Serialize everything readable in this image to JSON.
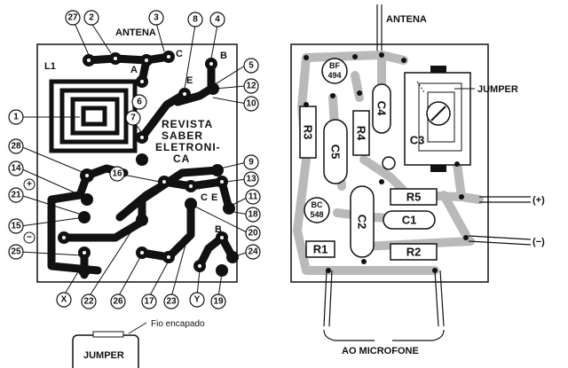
{
  "left_board": {
    "antenna_label": "ANTENA",
    "coil_label": "L1",
    "brand_lines": [
      "REVISTA",
      "SABER",
      "ELETRONI-",
      "CA"
    ],
    "pin_labels": [
      "A",
      "B",
      "C",
      "E",
      "C",
      "E",
      "B"
    ],
    "polarity": {
      "plus": "+",
      "minus": "−"
    },
    "callouts": [
      "27",
      "2",
      "3",
      "8",
      "4",
      "5",
      "12",
      "6",
      "10",
      "1",
      "7",
      "28",
      "16",
      "9",
      "13",
      "14",
      "21",
      "11",
      "18",
      "15",
      "20",
      "25",
      "24",
      "X",
      "22",
      "26",
      "17",
      "23",
      "Y",
      "19"
    ]
  },
  "right_board": {
    "antenna_label": "ANTENA",
    "jumper_label": "JUMPER",
    "components": {
      "bf494": [
        "BF",
        "494"
      ],
      "bc548": [
        "BC",
        "548"
      ],
      "r1": "R1",
      "r2": "R2",
      "r3": "R3",
      "r4": "R4",
      "r5": "R5",
      "c1": "C1",
      "c2": "C2",
      "c3": "C3",
      "c4": "C4",
      "c5": "C5"
    },
    "terminals": {
      "plus": "(+)",
      "minus": "(−)"
    },
    "mic_label": "AO MICROFONE"
  },
  "jumper_detail": {
    "wire_label": "Fio encapado",
    "title": "JUMPER"
  }
}
